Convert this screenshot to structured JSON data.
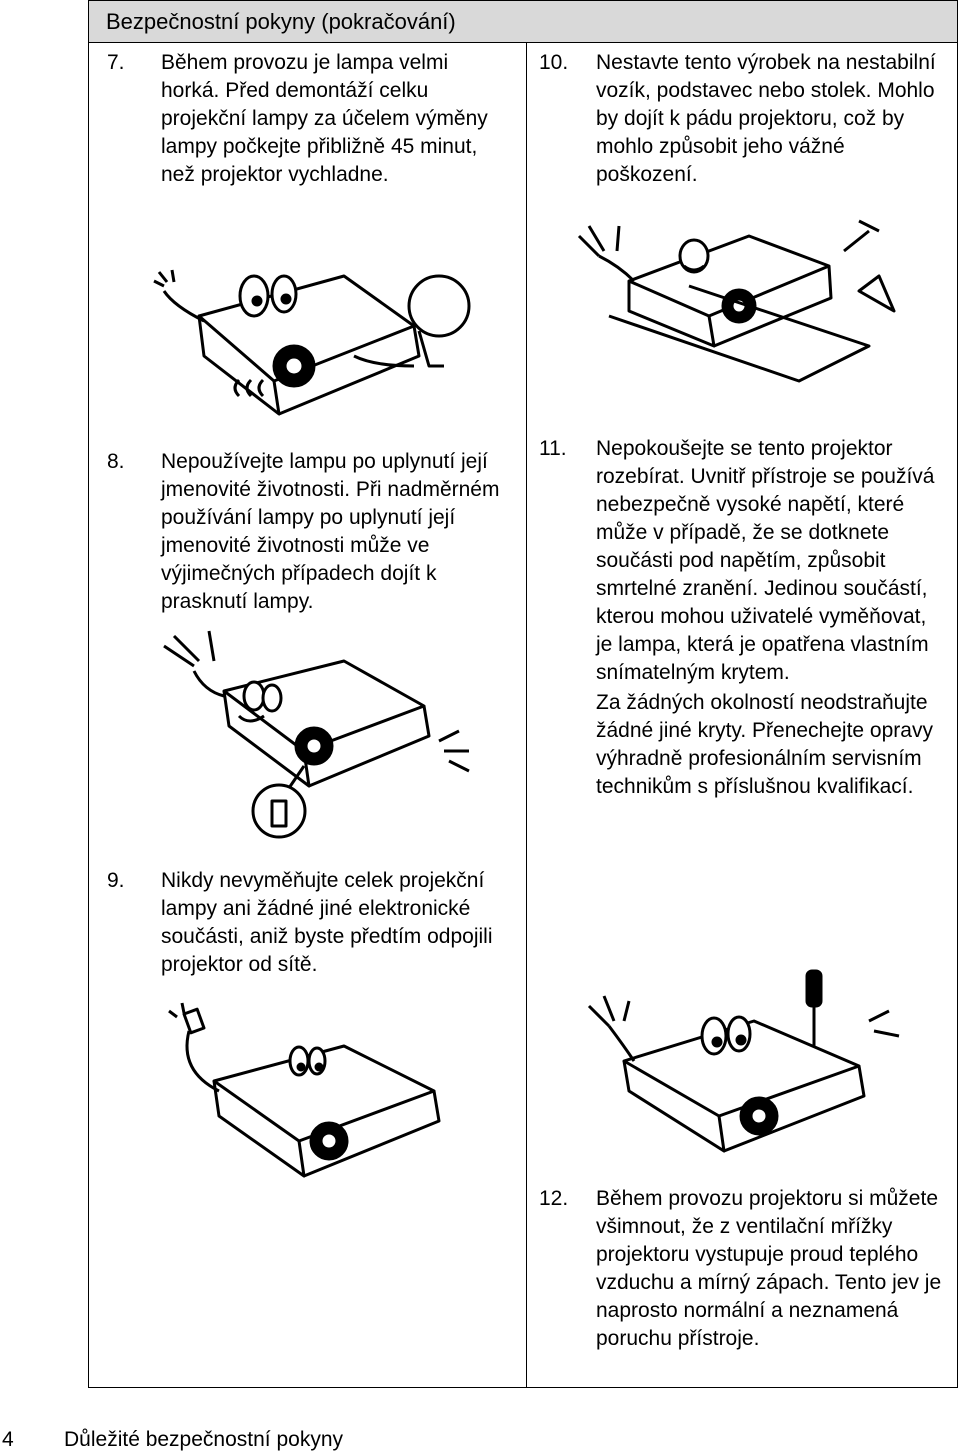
{
  "header": {
    "title": "Bezpečnostní pokyny (pokračování)"
  },
  "items": [
    {
      "number": "7.",
      "text": "Během provozu je lampa velmi horká. Před demontáží celku projekční lampy za účelem výměny lampy počkejte přibližně 45 minut, než projektor vychladne."
    },
    {
      "number": "8.",
      "text": "Nepoužívejte lampu po uplynutí její jmenovité životnosti. Při nadměrném používání lampy po uplynutí její jmenovité životnosti může ve výjimečných případech dojít k prasknutí lampy."
    },
    {
      "number": "9.",
      "text": "Nikdy nevyměňujte celek projekční lampy ani žádné jiné elektronické součásti, aniž byste předtím odpojili projektor od sítě."
    },
    {
      "number": "10.",
      "text": "Nestavte tento výrobek na nestabilní vozík, podstavec nebo stolek. Mohlo by dojít k pádu projektoru, což by mohlo způsobit jeho vážné poškození."
    },
    {
      "number": "11.",
      "text": "Nepokoušejte se tento projektor rozebírat. Uvnitř přístroje se používá nebezpečně vysoké napětí, které může v případě, že se dotknete součásti pod napětím, způsobit smrtelné zranění. Jedinou součástí, kterou mohou uživatelé vyměňovat, je lampa, která je opatřena vlastním snímatelným krytem.",
      "text2": "Za žádných okolností neodstraňujte žádné jiné kryty. Přenechejte opravy výhradně profesionálním servisním technikům s příslušnou kvalifikací."
    },
    {
      "number": "12.",
      "text": "Během provozu projektoru si můžete všimnout, že z ventilační mřížky projektoru vystupuje proud teplého vzduchu a mírný zápach. Tento jev je naprosto normální a neznamená poruchu přístroje."
    }
  ],
  "footer": {
    "page_number": "4",
    "section_title": "Důležité bezpečnostní pokyny"
  }
}
